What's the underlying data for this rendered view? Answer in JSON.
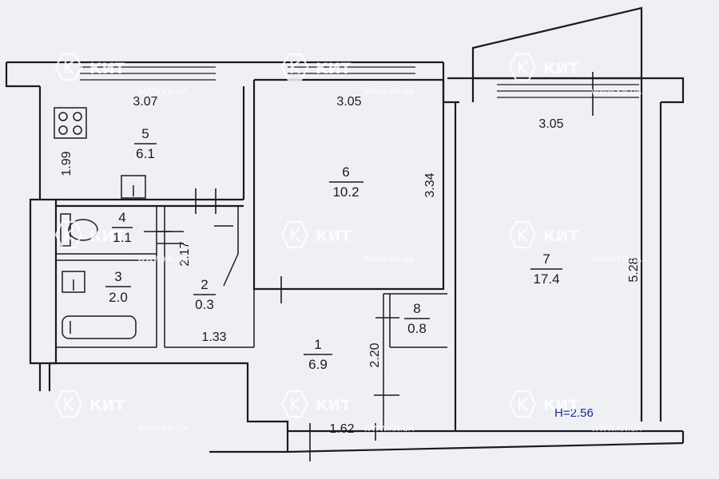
{
  "rooms": [
    {
      "number": "5",
      "area": "6.1"
    },
    {
      "number": "6",
      "area": "10.2"
    },
    {
      "number": "7",
      "area": "17.4"
    },
    {
      "number": "4",
      "area": "1.1"
    },
    {
      "number": "3",
      "area": "2.0"
    },
    {
      "number": "2",
      "area": "0.3"
    },
    {
      "number": "1",
      "area": "6.9"
    },
    {
      "number": "8",
      "area": "0.8"
    }
  ],
  "dimensions": [
    "3.07",
    "3.05",
    "3.05",
    "1.99",
    "3.34",
    "5.28",
    "2.17",
    "1.33",
    "2.20",
    "1.62"
  ],
  "ceiling_height": "H=2.56",
  "watermark": {
    "brand": "КИТ",
    "url": "WWW.KN.UA"
  }
}
